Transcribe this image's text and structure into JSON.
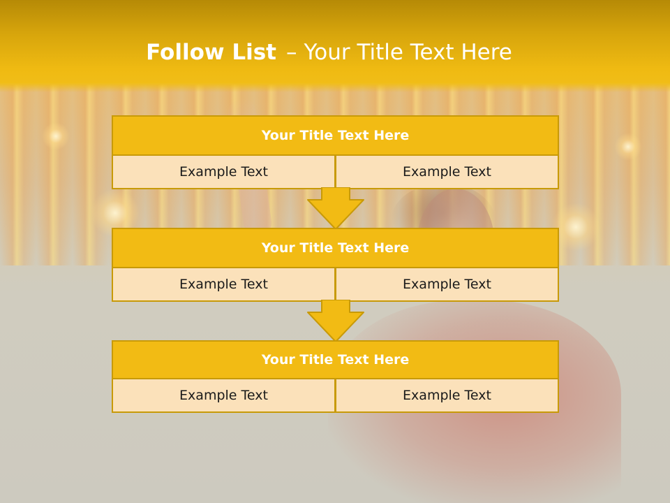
{
  "slide": {
    "title_bold": "Follow List",
    "title_separator": "–",
    "title_rest": "Your Title Text Here"
  },
  "blocks": [
    {
      "header": "Your Title Text Here",
      "cells": [
        "Example Text",
        "Example Text"
      ]
    },
    {
      "header": "Your Title Text Here",
      "cells": [
        "Example Text",
        "Example Text"
      ]
    },
    {
      "header": "Your Title Text Here",
      "cells": [
        "Example Text",
        "Example Text"
      ]
    }
  ],
  "colors": {
    "accent": "#f2bb14",
    "accent_border": "#c89a08",
    "cell_fill": "#fbe1ba",
    "title_text": "#ffffff"
  },
  "icons": [
    "arrow-down-icon",
    "arrow-down-icon"
  ]
}
